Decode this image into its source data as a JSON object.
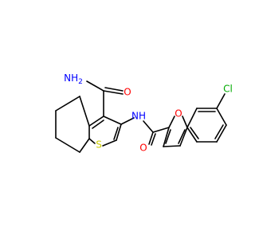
{
  "atoms": {
    "amide1_N": {
      "text": "NH",
      "sub": "2",
      "color": "#0000ff"
    },
    "amide1_O": {
      "text": "O",
      "color": "#ff0000"
    },
    "thiophene_S": {
      "text": "S",
      "color": "#cccc00"
    },
    "amide2_NH": {
      "text": "NH",
      "color": "#0000ff"
    },
    "amide2_O": {
      "text": "O",
      "color": "#ff0000"
    },
    "furan_O": {
      "text": "O",
      "color": "#ff0000"
    },
    "chloro": {
      "text": "Cl",
      "color": "#00aa00"
    }
  }
}
